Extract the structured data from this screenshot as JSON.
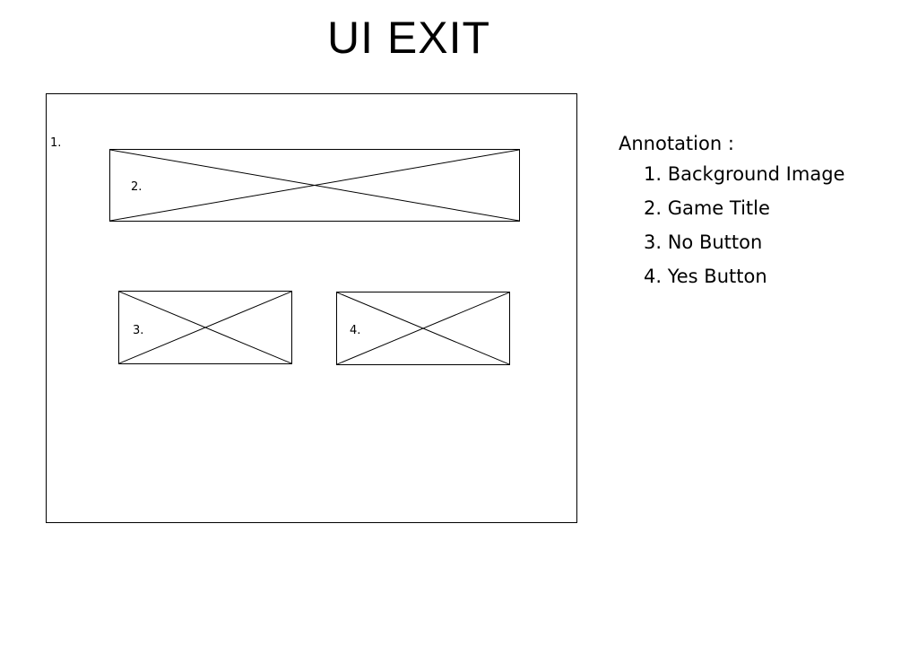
{
  "title": "UI EXIT",
  "wireframe": {
    "background_marker": "1.",
    "title_placeholder_marker": "2.",
    "no_button_marker": "3.",
    "yes_button_marker": "4."
  },
  "annotation": {
    "heading": "Annotation :",
    "items": [
      "1. Background Image",
      "2. Game Title",
      "3. No Button",
      "4. Yes Button"
    ]
  }
}
